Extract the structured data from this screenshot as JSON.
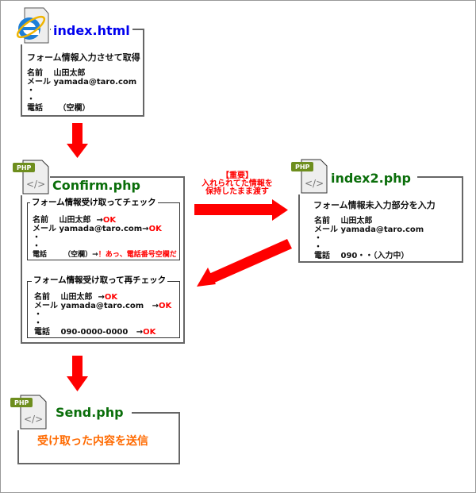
{
  "index_html": {
    "title": "index.html",
    "icon": "internet-explorer-icon",
    "heading": "フォーム情報入力させて取得",
    "rows": [
      {
        "label": "名前",
        "value": "山田太郎"
      },
      {
        "label": "メール",
        "value": "yamada@taro.com"
      },
      {
        "label": "・",
        "value": ""
      },
      {
        "label": "・",
        "value": ""
      },
      {
        "label": "電話",
        "value": "（空欄）"
      }
    ]
  },
  "confirm_php": {
    "title": "Confirm.php",
    "icon": "php-file-icon",
    "check1": {
      "heading": "フォーム情報受け取ってチェック",
      "rows": [
        {
          "label": "名前",
          "value": "山田太郎",
          "arrow": "→",
          "result": "OK"
        },
        {
          "label": "メール",
          "value": "yamada@taro.com",
          "arrow": "→",
          "result": "OK"
        },
        {
          "label": "・"
        },
        {
          "label": "・"
        },
        {
          "label": "電話",
          "value": "（空欄）",
          "arrow": "→",
          "result": "！あっ、電話番号空欄だ"
        }
      ]
    },
    "check2": {
      "heading": "フォーム情報受け取って再チェック",
      "rows": [
        {
          "label": "名前",
          "value": "山田太郎",
          "arrow": "→",
          "result": "OK"
        },
        {
          "label": "メール",
          "value": "yamada@taro.com",
          "arrow": "→",
          "result": "OK"
        },
        {
          "label": "・"
        },
        {
          "label": "・"
        },
        {
          "label": "電話",
          "value": "090-0000-0000",
          "arrow": "→",
          "result": "OK"
        }
      ]
    }
  },
  "transfer_note": {
    "line1": "【重要】",
    "line2": "入れられてた情報を",
    "line3": "保持したまま渡す"
  },
  "index2_php": {
    "title": "index2.php",
    "icon": "php-file-icon",
    "heading": "フォーム情報未入力部分を入力",
    "rows": [
      {
        "label": "名前",
        "value": "山田太郎"
      },
      {
        "label": "メール",
        "value": "yamada@taro.com"
      },
      {
        "label": "・",
        "value": ""
      },
      {
        "label": "・",
        "value": ""
      },
      {
        "label": "電話",
        "value": "090・・（入力中）"
      }
    ]
  },
  "send_php": {
    "title": "Send.php",
    "icon": "php-file-icon",
    "description": "受け取った内容を送信"
  },
  "colors": {
    "blue": "#0000ee",
    "green": "#0a6e0a",
    "red": "#ff0000",
    "orange": "#ff6a00",
    "border": "#666666"
  }
}
